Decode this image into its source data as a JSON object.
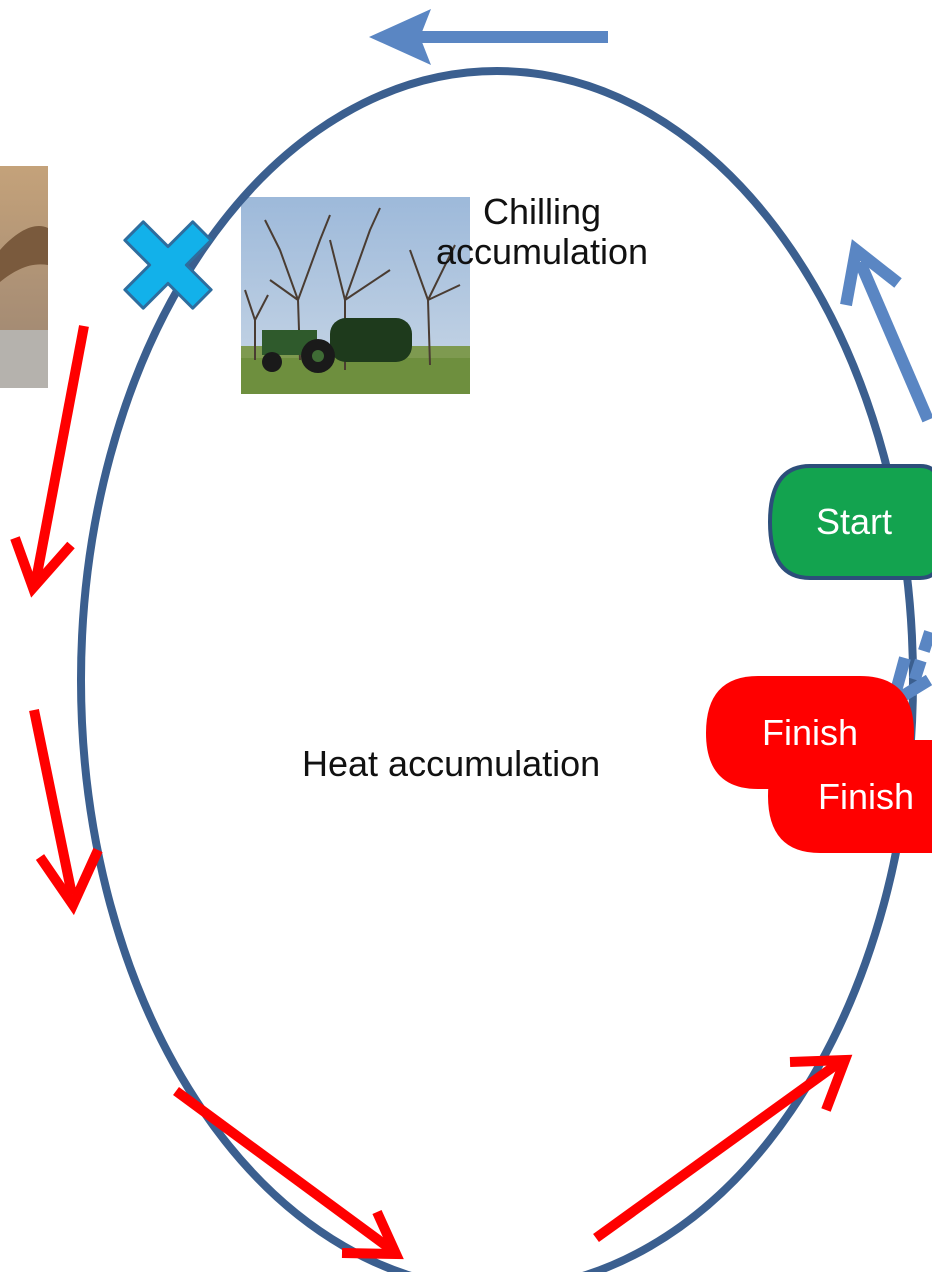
{
  "labels": {
    "chilling": "Chilling\naccumulation",
    "heat": "Heat accumulation"
  },
  "nodes": {
    "start": "Start",
    "finish_1": "Finish",
    "finish_2": "Finish"
  },
  "colors": {
    "cycle": "#3b5f8f",
    "blue_arrow": "#5a86c3",
    "red_arrow": "#ff0000",
    "start_fill": "#13a34f",
    "finish_fill": "#ff0000",
    "cross_fill": "#12b1ea"
  },
  "icons": {
    "cross": "x-marker-icon"
  }
}
